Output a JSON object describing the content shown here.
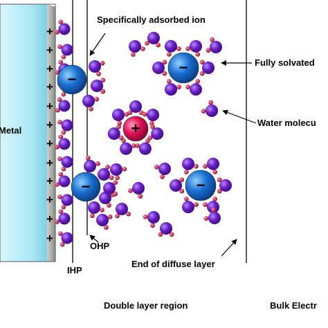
{
  "labels": {
    "metal": "Metal",
    "specifically_adsorbed": "Specifically adsorbed ion",
    "fully_solvated": "Fully solvated",
    "water_molecule": "Water molecu",
    "ihp": "IHP",
    "ohp": "OHP",
    "end_diffuse": "End of diffuse layer",
    "double_layer_region": "Double layer region",
    "bulk_electrolyte": "Bulk Electr"
  },
  "symbols": {
    "plus": "+",
    "minus": "−"
  },
  "colors": {
    "water_ball": "#6a1fc4",
    "water_h": "#b01040",
    "anion": "#1a6fd0",
    "cation": "#e0105a",
    "metal_face": "#bfeef8",
    "metal_edge": "#888888"
  }
}
